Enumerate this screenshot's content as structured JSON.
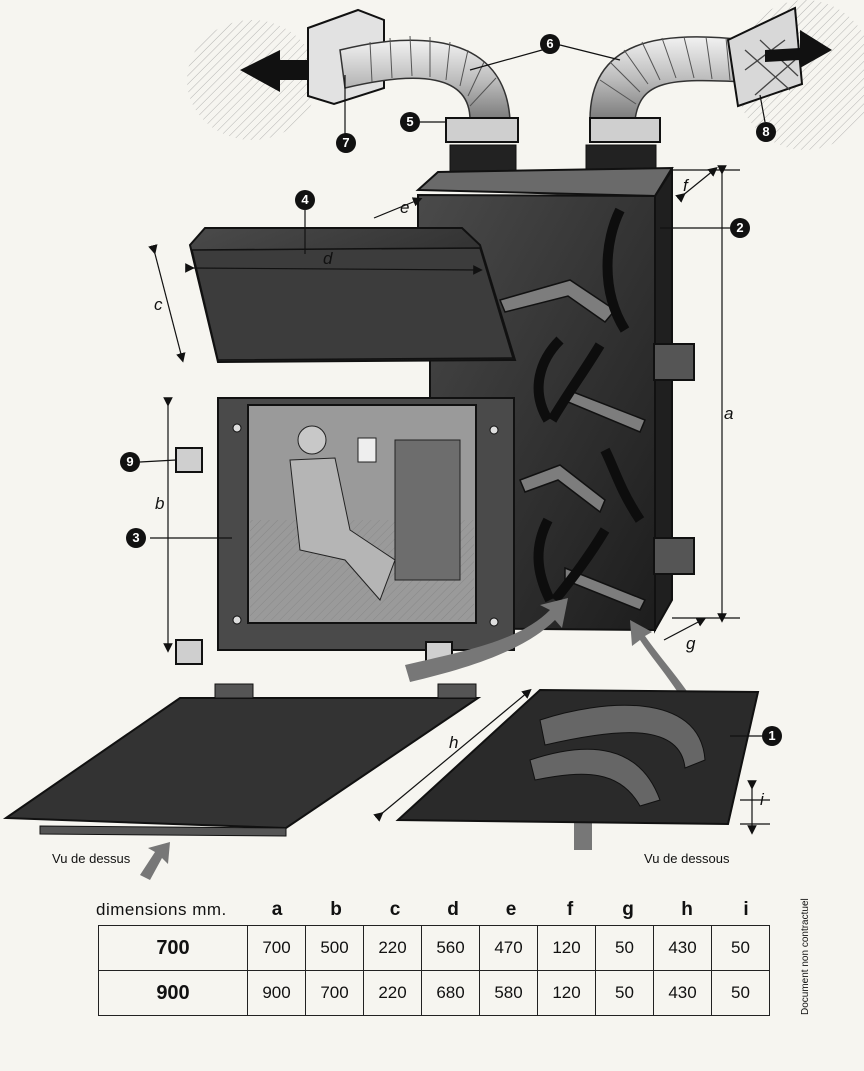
{
  "callouts": {
    "n1": "1",
    "n2": "2",
    "n3": "3",
    "n4": "4",
    "n5": "5",
    "n6": "6",
    "n7": "7",
    "n8": "8",
    "n9": "9"
  },
  "dimension_letters": {
    "a": "a",
    "b": "b",
    "c": "c",
    "d": "d",
    "e": "e",
    "f": "f",
    "g": "g",
    "h": "h",
    "i": "i"
  },
  "captions": {
    "top_view": "Vu de dessus",
    "bottom_view": "Vu de dessous",
    "disclaimer": "Document non contractuel"
  },
  "table": {
    "title": "dimensions mm.",
    "columns": [
      "a",
      "b",
      "c",
      "d",
      "e",
      "f",
      "g",
      "h",
      "i"
    ],
    "rows": [
      {
        "model": "700",
        "values": [
          "700",
          "500",
          "220",
          "560",
          "470",
          "120",
          "50",
          "430",
          "50"
        ]
      },
      {
        "model": "900",
        "values": [
          "900",
          "700",
          "220",
          "680",
          "580",
          "120",
          "50",
          "430",
          "50"
        ]
      }
    ]
  },
  "colors": {
    "ink": "#111111",
    "paper": "#f6f5f0",
    "metal_dark": "#2b2b2b",
    "metal_mid": "#6a6a6a"
  }
}
